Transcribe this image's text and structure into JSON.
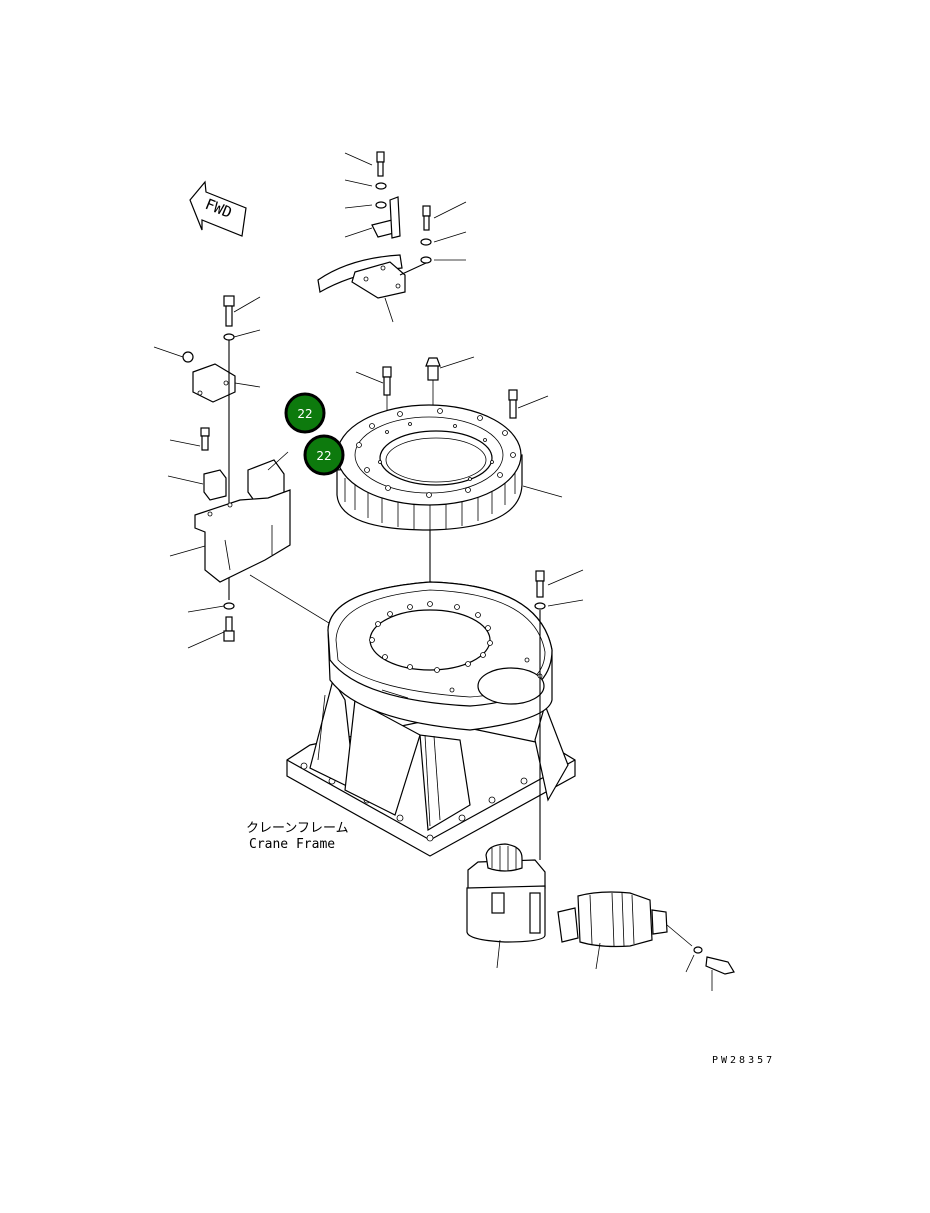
{
  "diagram": {
    "fwd_label": "FWD",
    "crane_frame_jp": "クレーンフレーム",
    "crane_frame_en": "Crane Frame",
    "drawing_number": "PW28357",
    "callouts": [
      {
        "label": "22"
      },
      {
        "label": "22"
      }
    ],
    "colors": {
      "callout_fill": "#0d7a0d",
      "line": "#000000",
      "background": "#ffffff"
    }
  }
}
